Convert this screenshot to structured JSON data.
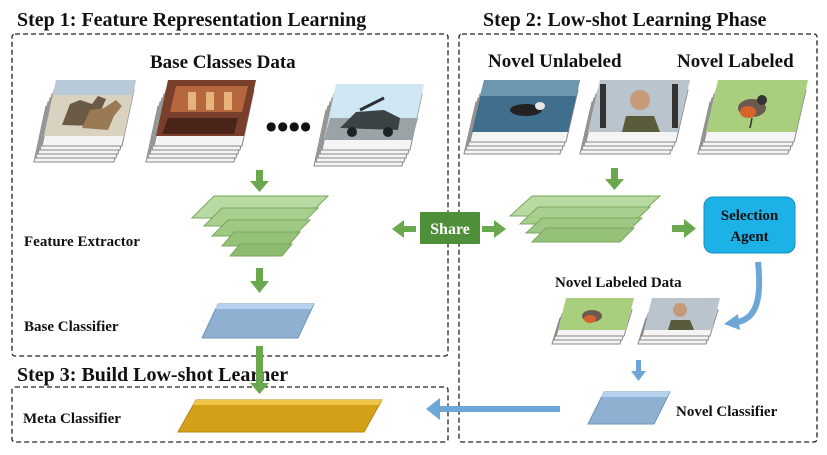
{
  "steps": {
    "step1_title": "Step 1: Feature Representation Learning",
    "step2_title": "Step 2: Low-shot Learning Phase",
    "step3_title": "Step 3: Build Low-shot Learner"
  },
  "labels": {
    "base_classes_data": "Base Classes Data",
    "ellipsis": "●●●●",
    "feature_extractor": "Feature Extractor",
    "base_classifier": "Base Classifier",
    "share": "Share",
    "novel_unlabeled": "Novel Unlabeled",
    "novel_labeled": "Novel Labeled",
    "selection_agent_line1": "Selection",
    "selection_agent_line2": "Agent",
    "novel_labeled_data": "Novel Labeled Data",
    "meta_classifier": "Meta Classifier",
    "novel_classifier": "Novel Classifier"
  },
  "colors": {
    "arrow_green": "#6aa84f",
    "extractor_green": "#8fbf6f",
    "share_box": "#4f8f3a",
    "arrow_blue": "#6ea6d6",
    "classifier_blue": "#8aaed6",
    "agent_cyan": "#1cb2e8",
    "meta_gold": "#d4a017"
  },
  "image_icons": {
    "base_1": "dogs-photo-icon",
    "base_2": "interior-photo-icon",
    "base_3": "vehicle-photo-icon",
    "novel_unlabeled_1": "bird-in-water-photo-icon",
    "novel_unlabeled_2": "man-portrait-photo-icon",
    "novel_labeled_1": "robin-bird-photo-icon"
  }
}
